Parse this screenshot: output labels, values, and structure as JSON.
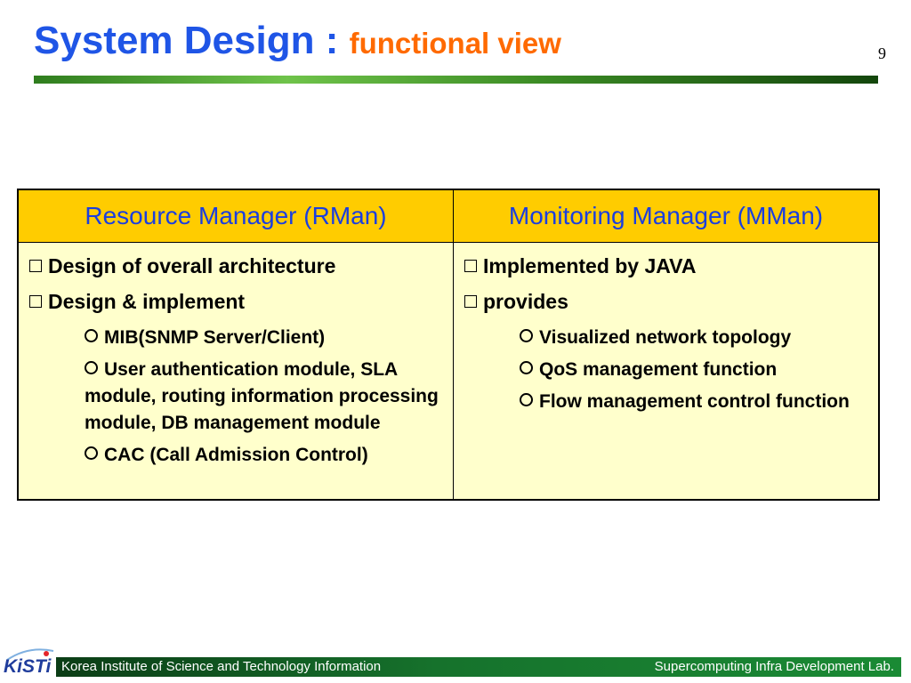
{
  "slide": {
    "title_main": "System Design",
    "title_colon": " : ",
    "title_sub": "functional view",
    "page_number": "9"
  },
  "table": {
    "headers": [
      "Resource Manager (RMan)",
      "Monitoring Manager (MMan)"
    ],
    "left": {
      "items": [
        "Design of overall architecture",
        "Design & implement"
      ],
      "subitems": [
        "MIB(SNMP Server/Client)",
        "User authentication module, SLA module, routing information processing module, DB management module",
        "CAC (Call Admission Control)"
      ]
    },
    "right": {
      "items": [
        "Implemented by JAVA",
        "provides"
      ],
      "subitems": [
        "Visualized network topology",
        "QoS management function",
        "Flow management control function"
      ]
    }
  },
  "footer": {
    "left": "Korea Institute of Science and Technology Information",
    "right": "Supercomputing Infra Development Lab."
  },
  "logo": {
    "text": "KiSTi",
    "colors": {
      "primary": "#1f3c9c",
      "accent": "#e4252b"
    }
  },
  "colors": {
    "title_blue": "#1f55e6",
    "title_orange": "#ff6a00",
    "header_fill": "#ffcc00",
    "cell_fill": "#ffffcc",
    "footer_green": "#16722c"
  }
}
